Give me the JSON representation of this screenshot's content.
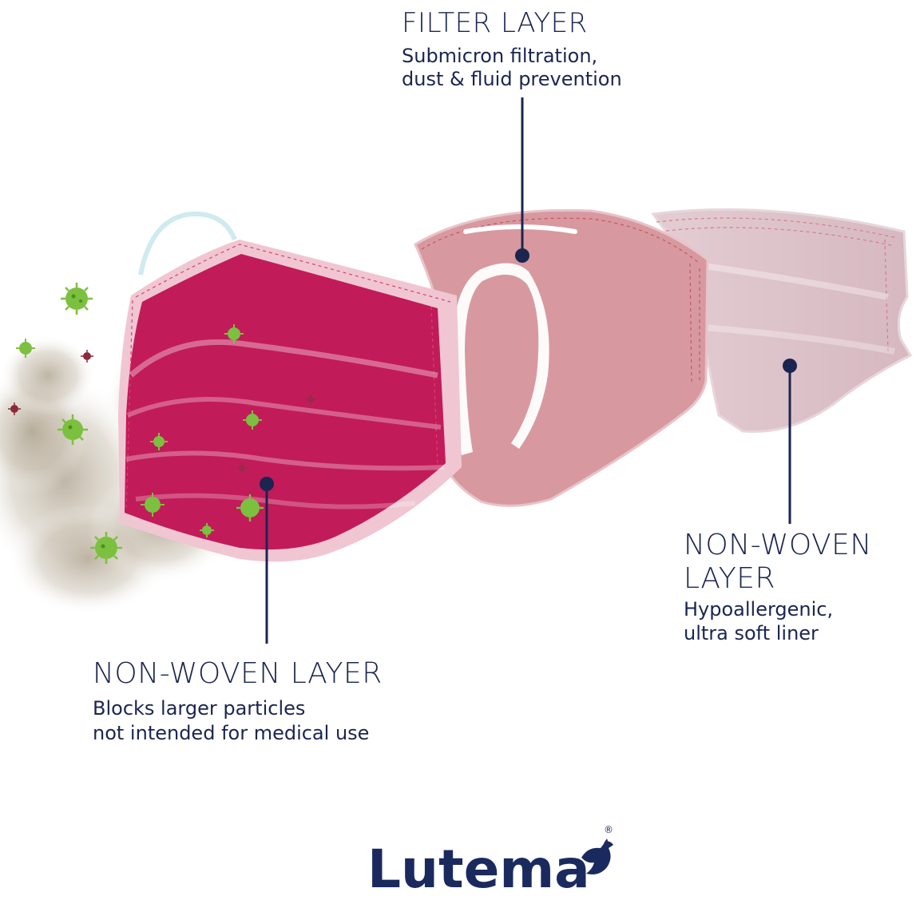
{
  "labels": {
    "filter_layer": {
      "title": "FILTER LAYER",
      "desc_line1": "Submicron filtration,",
      "desc_line2": "dust & fluid prevention"
    },
    "outer_layer": {
      "title": "NON-WOVEN LAYER",
      "desc_line1": "Blocks larger particles",
      "desc_line2": "not intended for medical use"
    },
    "inner_layer": {
      "title_line1": "NON-WOVEN",
      "title_line2": "LAYER",
      "desc_line1": "Hypoallergenic,",
      "desc_line2": "ultra soft liner"
    }
  },
  "brand": {
    "name": "Lutema",
    "registered": "®"
  },
  "colors": {
    "outer_layer": "#c21b59",
    "filter_layer": "#d89aa1",
    "inner_layer": "#dcc3ca",
    "text_navy": "#1b2550",
    "virus_green": "#7cc03f",
    "virus_red": "#8a2a3a",
    "smoke": "#bdb3a2"
  },
  "icons": [
    "virus-icon",
    "smoke-cloud",
    "ear-loop",
    "brand-bird-icon"
  ]
}
